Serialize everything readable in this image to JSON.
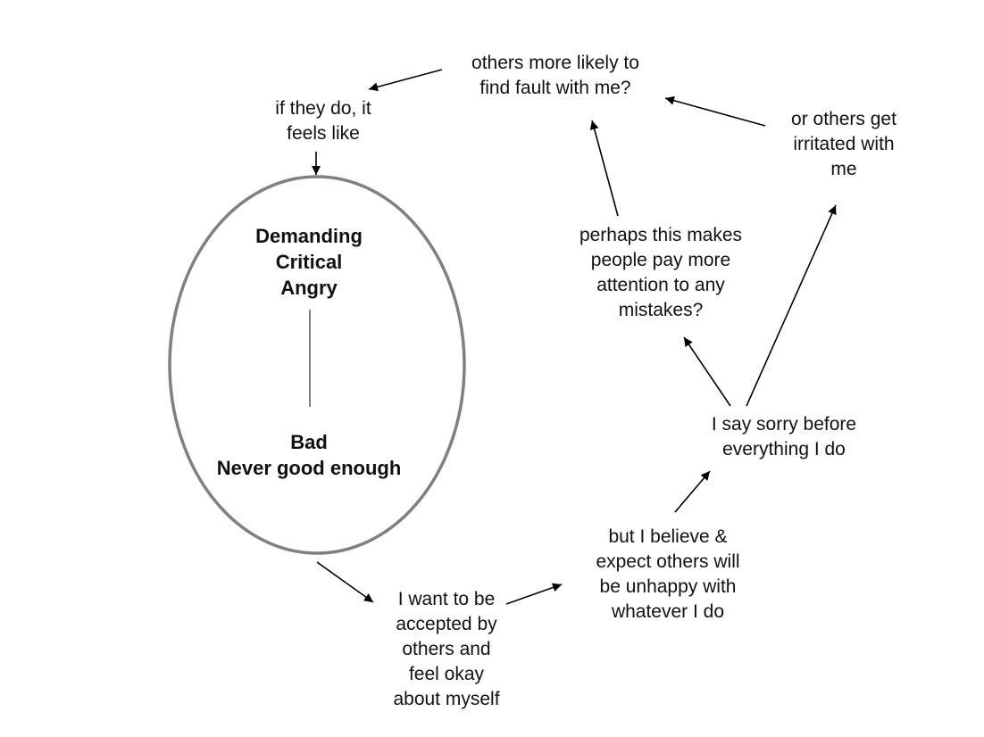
{
  "colors": {
    "text": "#111111",
    "ellipse_stroke": "#808080",
    "arrow": "#000000"
  },
  "core": {
    "top_lines": [
      "Demanding",
      "Critical",
      "Angry"
    ],
    "bottom_lines": [
      "Bad",
      "Never good enough"
    ]
  },
  "nodes": {
    "want_accepted": [
      "I want to be",
      "accepted by",
      "others and",
      "feel okay",
      "about myself"
    ],
    "believe_unhappy": [
      "but I believe &",
      "expect others will",
      "be unhappy with",
      "whatever I do"
    ],
    "say_sorry": [
      "I say sorry before",
      "everything I do"
    ],
    "pay_attention": [
      "perhaps this makes",
      "people pay more",
      "attention to any",
      "mistakes?"
    ],
    "irritated": [
      "or others get",
      "irritated with",
      "me"
    ],
    "find_fault": [
      "others more likely to",
      "find fault with me?"
    ],
    "feels_like": [
      "if they do, it",
      "feels like"
    ]
  }
}
